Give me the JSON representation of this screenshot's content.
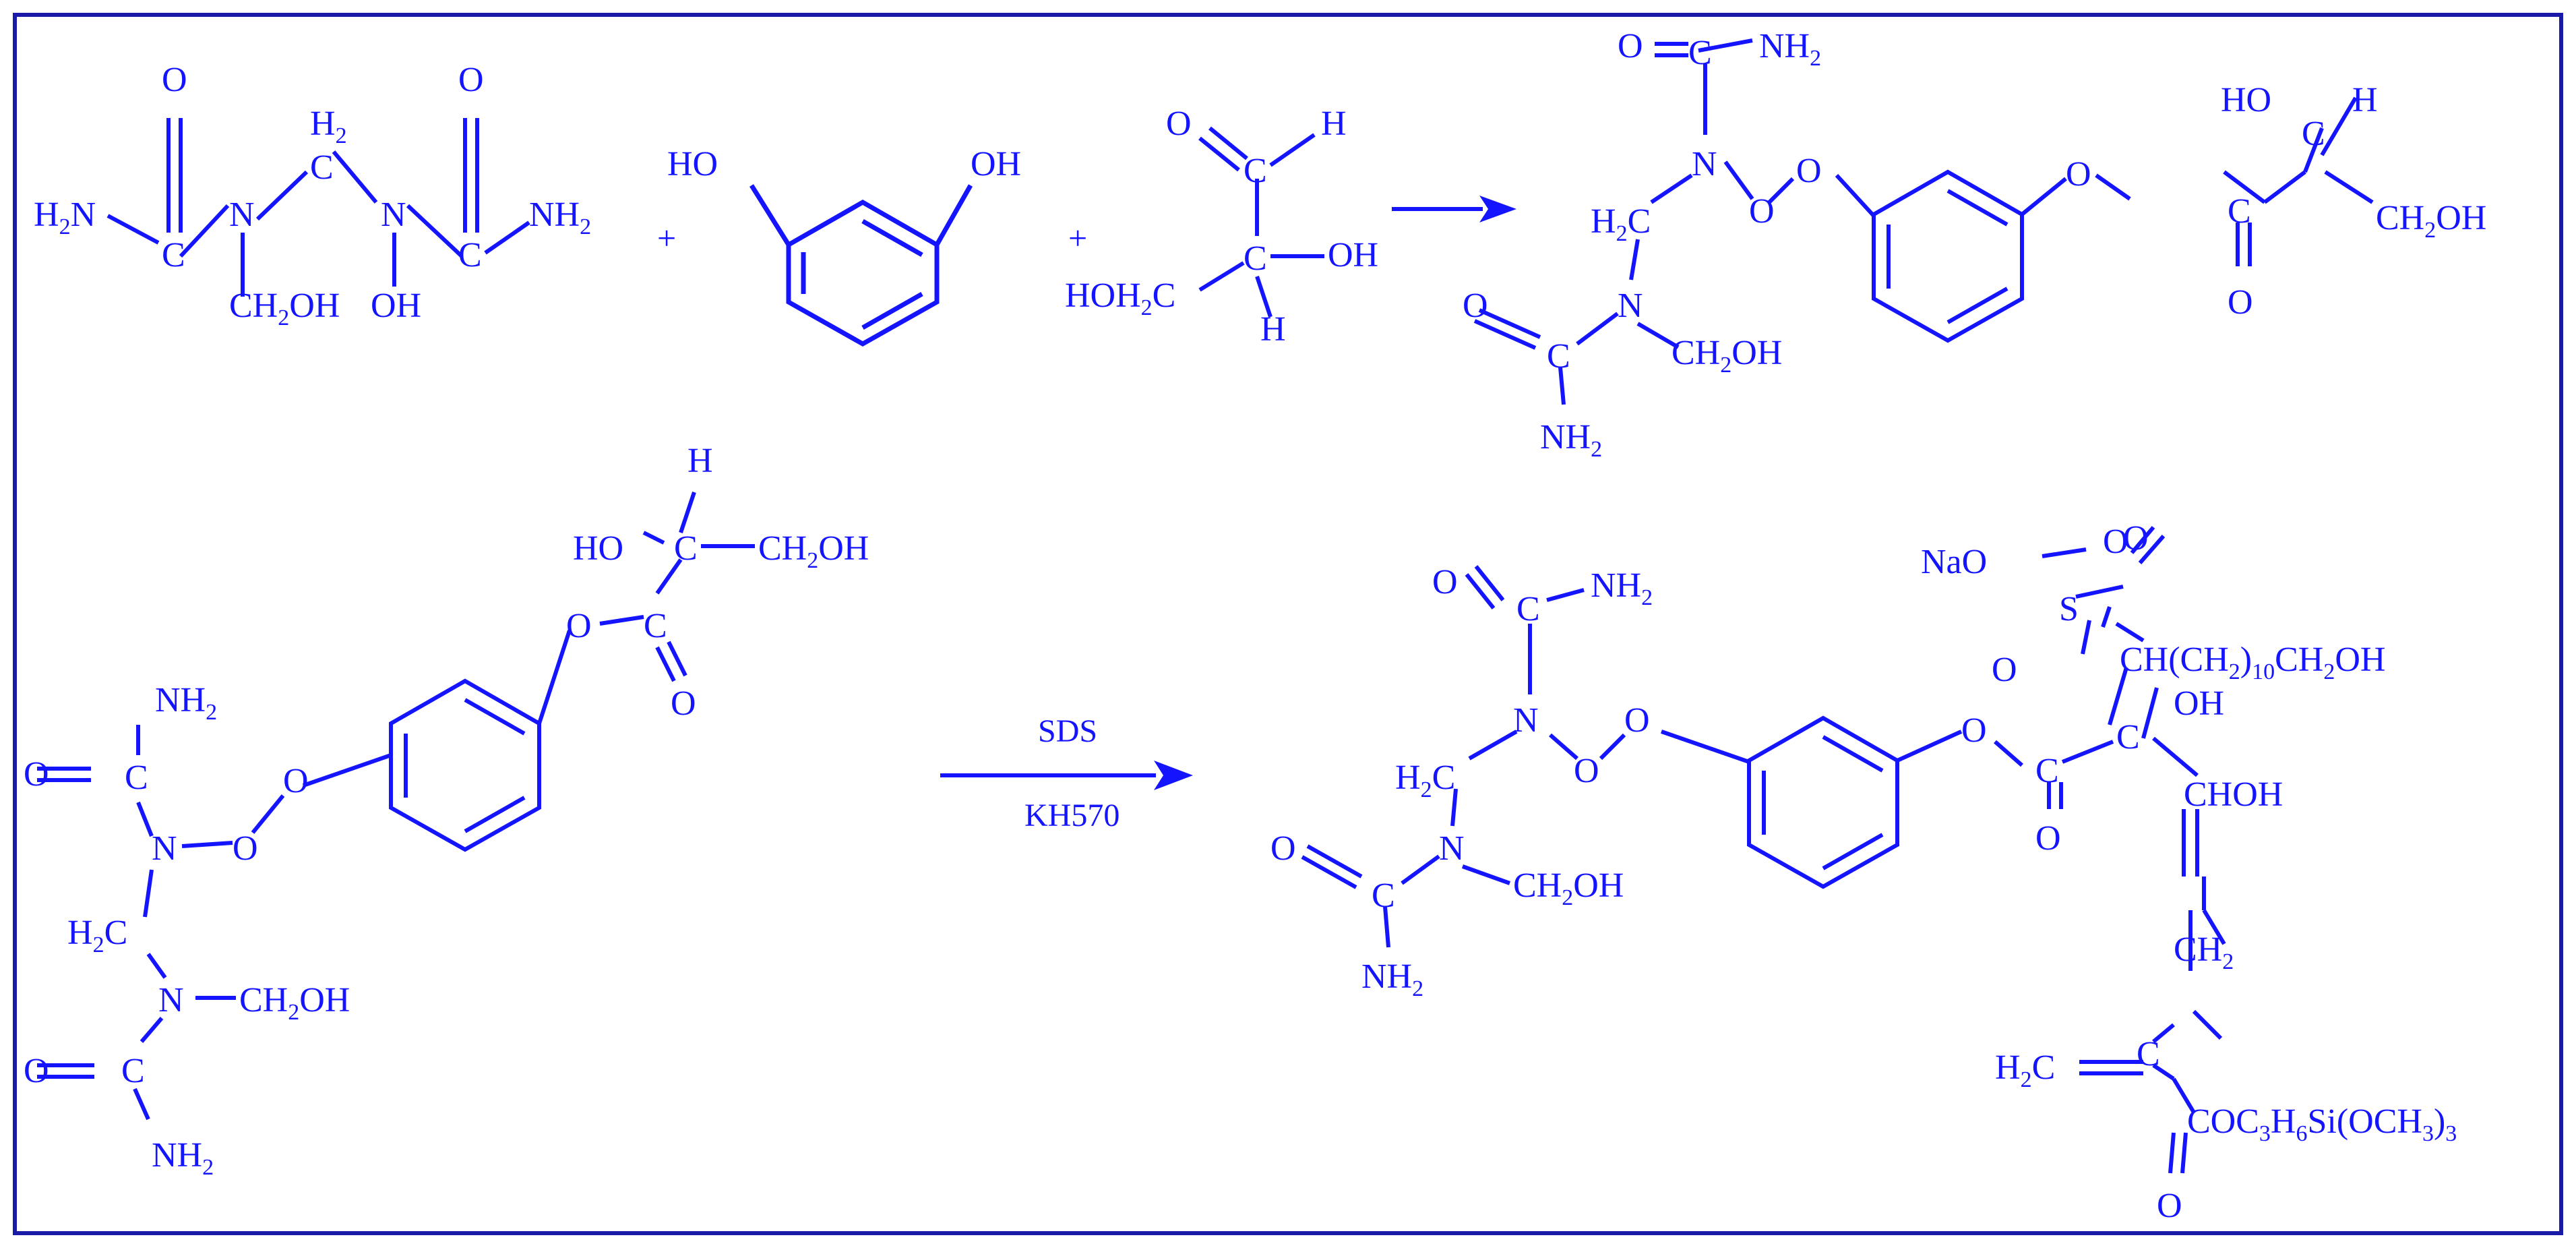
{
  "colors": {
    "ink": "#1414ff",
    "frame": "#1a1aa8",
    "background": "#ffffff"
  },
  "labels": {
    "nh2": "NH",
    "h2n": "H",
    "o": "O",
    "n": "N",
    "c": "C",
    "h": "H",
    "oh": "OH",
    "ho": "HO",
    "ch2oh_a": "CH",
    "ch2oh_b": "OH",
    "h2c_a": "H",
    "h2c_b": "C",
    "c_h2_sub": "2",
    "hoh2c_a": "HOH",
    "hoh2c_b": "C",
    "plus": "+",
    "nao": "NaO",
    "s": "S",
    "chain_a": "CH(CH",
    "chain_b": ")",
    "chain_c": "CH",
    "chain_d": "OH",
    "chain_sub10": "10",
    "chhoh": "CHOH",
    "ester_a": "COC",
    "ester_b": "H",
    "ester_c": "Si(OCH",
    "ester_d": ")",
    "sub3": "3",
    "sub6": "6"
  },
  "reagents": {
    "top": "SDS",
    "bottom": "KH570"
  }
}
